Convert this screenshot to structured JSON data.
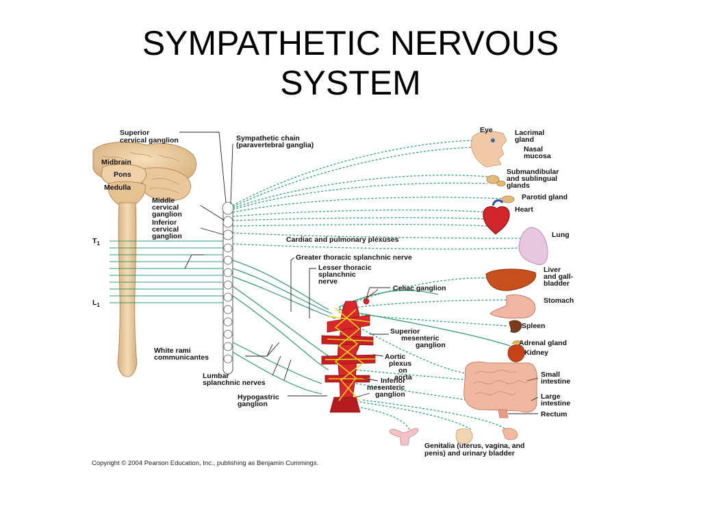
{
  "title": {
    "line1": "SYMPATHETIC NERVOUS",
    "line2": "SYSTEM"
  },
  "brain": {
    "midbrain": "Midbrain",
    "pons": "Pons",
    "medulla": "Medulla"
  },
  "segments": {
    "t1": "T",
    "t1_sub": "1",
    "l1": "L",
    "l1_sub": "1"
  },
  "left_labels": {
    "superior_cervical_ganglion": [
      "Superior",
      "cervical ganglion"
    ],
    "middle_cervical_ganglion": [
      "Middle",
      "cervical",
      "ganglion"
    ],
    "inferior_cervical_ganglion": [
      "Inferior",
      "cervical",
      "ganglion"
    ],
    "white_rami": [
      "White rami",
      "communicantes"
    ],
    "lumbar_splanchnic": [
      "Lumbar",
      "splanchnic nerves"
    ],
    "hypogastric_ganglion": [
      "Hypogastric",
      "ganglion"
    ]
  },
  "center_labels": {
    "sympathetic_chain": [
      "Sympathetic chain",
      "(paravertebral ganglia)"
    ],
    "cardiac_plexuses": "Cardiac and pulmonary plexuses",
    "greater_splanchnic": "Greater thoracic splanchnic nerve",
    "lesser_splanchnic": [
      "Lesser thoracic",
      "splanchnic",
      "nerve"
    ],
    "celiac_ganglion": "Celiac ganglion",
    "superior_mesenteric": [
      "Superior",
      "mesenteric",
      "ganglion"
    ],
    "aortic_plexus": [
      "Aortic",
      "plexus",
      "on",
      "aorta"
    ],
    "inferior_mesenteric": [
      "Inferior",
      "mesenteric",
      "ganglion"
    ]
  },
  "organs": {
    "eye": "Eye",
    "lacrimal": [
      "Lacrimal",
      "gland"
    ],
    "nasal": [
      "Nasal",
      "mucosa"
    ],
    "submandibular": [
      "Submandibular",
      "and sublingual",
      "glands"
    ],
    "parotid": "Parotid gland",
    "heart": "Heart",
    "lung": "Lung",
    "liver": [
      "Liver",
      "and gall-",
      "bladder"
    ],
    "stomach": "Stomach",
    "spleen": "Spleen",
    "adrenal": "Adrenal gland",
    "kidney": "Kidney",
    "small_intestine": [
      "Small",
      "intestine"
    ],
    "large_intestine": [
      "Large",
      "intestine"
    ],
    "rectum": "Rectum",
    "genitalia": [
      "Genitalia (uterus, vagina, and",
      "penis) and urinary bladder"
    ]
  },
  "copyright": "Copyright © 2004 Pearson Education, Inc., publishing as Benjamin Cummings.",
  "colors": {
    "postganglionic": "#2aa07a",
    "preganglionic": "#2f9a6c",
    "spinal_cord": "#e8c9a0",
    "aorta": "#d8262a",
    "plexus": "#e7d11f"
  }
}
